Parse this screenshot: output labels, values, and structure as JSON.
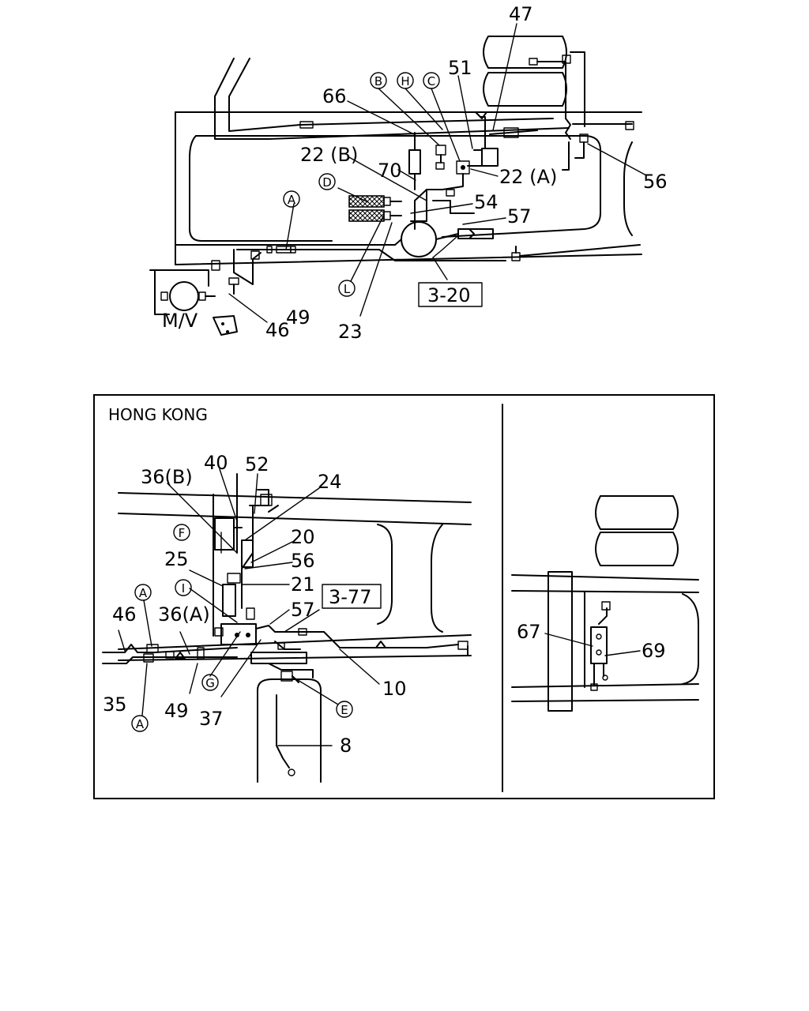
{
  "top_diagram": {
    "part_labels": [
      "47",
      "51",
      "66",
      "22 (B)",
      "70",
      "22 (A)",
      "56",
      "54",
      "57",
      "49",
      "46",
      "23"
    ],
    "circle_callouts": [
      "B",
      "H",
      "C",
      "D",
      "A",
      "L"
    ],
    "ref_box": "3-20",
    "motor_valve_label": "M/V"
  },
  "hongkong_panel": {
    "title": "HONG KONG",
    "part_labels": [
      "36(B)",
      "40",
      "52",
      "24",
      "20",
      "56",
      "25",
      "21",
      "57",
      "46",
      "36(A)",
      "35",
      "49",
      "37",
      "10",
      "8"
    ],
    "circle_callouts": [
      "F",
      "I",
      "A",
      "G",
      "A",
      "E"
    ],
    "ref_box": "3-77"
  },
  "side_panel": {
    "part_labels": [
      "67",
      "69"
    ]
  }
}
